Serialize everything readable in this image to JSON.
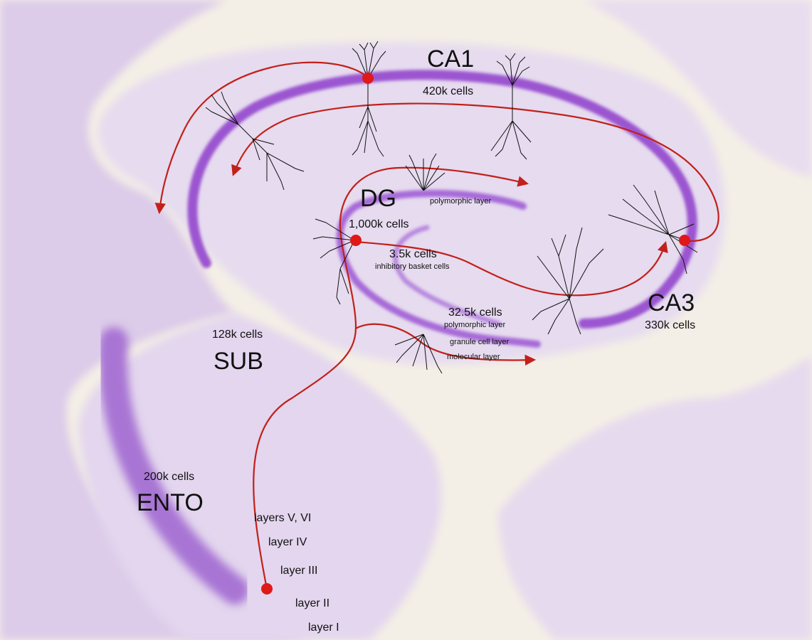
{
  "regions": {
    "ca1": {
      "name": "CA1",
      "cells": "420k cells"
    },
    "dg": {
      "name": "DG",
      "cells": "1,000k cells"
    },
    "ca3": {
      "name": "CA3",
      "cells": "330k cells"
    },
    "sub": {
      "name": "SUB",
      "cells": "128k cells"
    },
    "ento": {
      "name": "ENTO",
      "cells": "200k cells"
    }
  },
  "dg_layers": {
    "polymorphic_top": "polymorphic layer",
    "basket_count": "3.5k cells",
    "basket_label": "inhibitory basket cells",
    "lower_count": "32.5k cells",
    "polymorphic_bottom": "polymorphic layer",
    "granule": "granule cell layer",
    "molecular": "molecular layer"
  },
  "ento_layers": [
    "layers V, VI",
    "layer IV",
    "layer III",
    "layer II",
    "layer I"
  ],
  "colors": {
    "background": "#f4efe6",
    "tissue": "#d9c8e8",
    "stain": "#9b55d0",
    "pathway": "#c2201a",
    "node": "#e01818",
    "neuron": "#111111"
  }
}
